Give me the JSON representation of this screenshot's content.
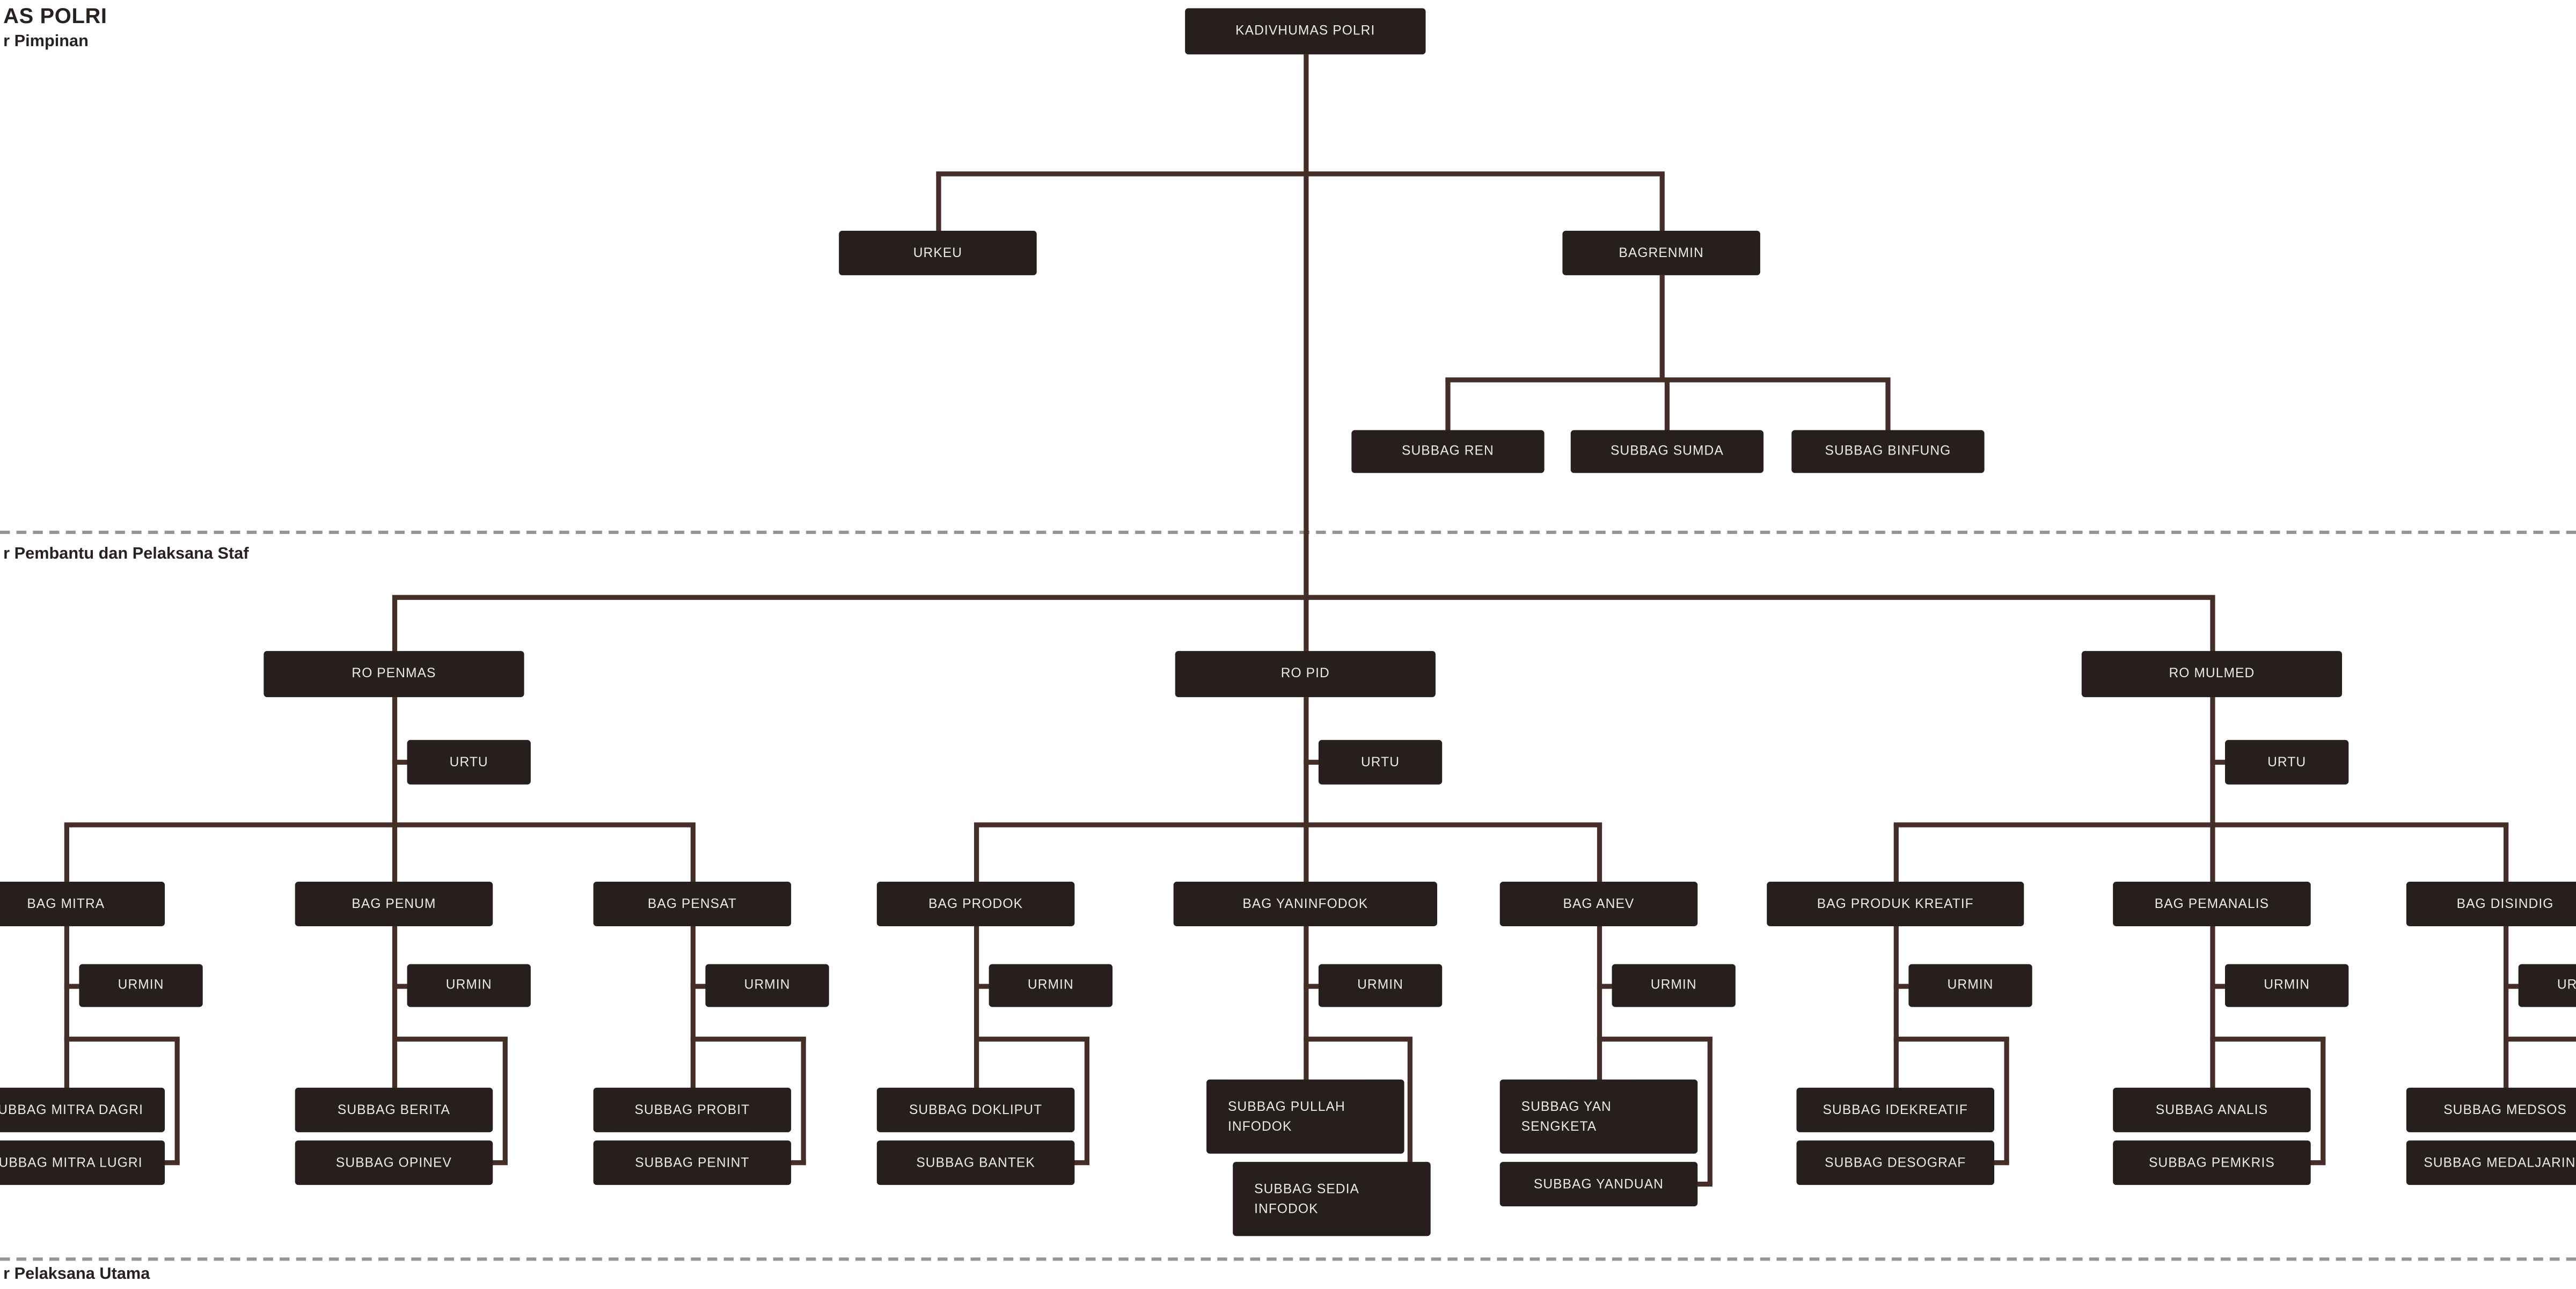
{
  "page": {
    "title": "AS POLRI",
    "background_color": "#ffffff",
    "node_color": "#261f1d",
    "node_text_color": "#edeae8",
    "line_color": "#452d28"
  },
  "sections": {
    "pimpinan": {
      "label": "r Pimpinan"
    },
    "pembantu": {
      "label": "r Pembantu dan Pelaksana Staf"
    },
    "pelaksana_utama": {
      "label": "r Pelaksana Utama"
    }
  },
  "nodes": {
    "kadivhumas": "KADIVHUMAS POLRI",
    "urkeu": "URKEU",
    "bagrenmin": "BAGRENMIN",
    "subbag_ren": "SUBBAG REN",
    "subbag_sumda": "SUBBAG SUMDA",
    "subbag_binfung": "SUBBAG BINFUNG",
    "ro_penmas": "RO PENMAS",
    "ro_pid": "RO PID",
    "ro_mulmed": "RO MULMED",
    "urtu_penmas": "URTU",
    "urtu_pid": "URTU",
    "urtu_mulmed": "URTU",
    "bag_mitra": "BAG MITRA",
    "bag_penum": "BAG PENUM",
    "bag_pensat": "BAG PENSAT",
    "bag_prodok": "BAG PRODOK",
    "bag_yaninfodok": "BAG YANINFODOK",
    "bag_anev": "BAG ANEV",
    "bag_produk_kreatif": "BAG PRODUK KREATIF",
    "bag_pemanalis": "BAG PEMANALIS",
    "bag_disindig": "BAG DISINDIG",
    "urmin_mitra": "URMIN",
    "urmin_penum": "URMIN",
    "urmin_pensat": "URMIN",
    "urmin_prodok": "URMIN",
    "urmin_yaninfodok": "URMIN",
    "urmin_anev": "URMIN",
    "urmin_produk_kreatif": "URMIN",
    "urmin_pemanalis": "URMIN",
    "urmin_disindig": "URMIN",
    "subbag_mitra_dagri": "SUBBAG MITRA DAGRI",
    "subbag_mitra_lugri": "SUBBAG MITRA LUGRI",
    "subbag_berita": "SUBBAG BERITA",
    "subbag_opinev": "SUBBAG OPINEV",
    "subbag_probit": "SUBBAG PROBIT",
    "subbag_penint": "SUBBAG PENINT",
    "subbag_dokliput": "SUBBAG DOKLIPUT",
    "subbag_bantek": "SUBBAG BANTEK",
    "subbag_pullah_infodok": "SUBBAG PULLAH INFODOK",
    "subbag_sedia_infodok": "SUBBAG SEDIA INFODOK",
    "subbag_yan_sengketa": "SUBBAG YAN SENGKETA",
    "subbag_yanduan": "SUBBAG YANDUAN",
    "subbag_idekreatif": "SUBBAG IDEKREATIF",
    "subbag_desograf": "SUBBAG DESOGRAF",
    "subbag_analis": "SUBBAG ANALIS",
    "subbag_pemkris": "SUBBAG PEMKRIS",
    "subbag_medsos": "SUBBAG MEDSOS",
    "subbag_medaljaring": "SUBBAG MEDALJARING"
  },
  "hierarchy": {
    "label": "KADIVHUMAS POLRI",
    "children": [
      {
        "label": "URKEU"
      },
      {
        "label": "BAGRENMIN",
        "children": [
          {
            "label": "SUBBAG REN"
          },
          {
            "label": "SUBBAG SUMDA"
          },
          {
            "label": "SUBBAG BINFUNG"
          }
        ]
      },
      {
        "label": "RO PENMAS",
        "children": [
          {
            "label": "URTU"
          },
          {
            "label": "BAG MITRA",
            "children": [
              {
                "label": "URMIN"
              },
              {
                "label": "SUBBAG MITRA DAGRI"
              },
              {
                "label": "SUBBAG MITRA LUGRI"
              }
            ]
          },
          {
            "label": "BAG PENUM",
            "children": [
              {
                "label": "URMIN"
              },
              {
                "label": "SUBBAG BERITA"
              },
              {
                "label": "SUBBAG OPINEV"
              }
            ]
          },
          {
            "label": "BAG PENSAT",
            "children": [
              {
                "label": "URMIN"
              },
              {
                "label": "SUBBAG PROBIT"
              },
              {
                "label": "SUBBAG PENINT"
              }
            ]
          }
        ]
      },
      {
        "label": "RO PID",
        "children": [
          {
            "label": "URTU"
          },
          {
            "label": "BAG PRODOK",
            "children": [
              {
                "label": "URMIN"
              },
              {
                "label": "SUBBAG DOKLIPUT"
              },
              {
                "label": "SUBBAG BANTEK"
              }
            ]
          },
          {
            "label": "BAG YANINFODOK",
            "children": [
              {
                "label": "URMIN"
              },
              {
                "label": "SUBBAG PULLAH INFODOK"
              },
              {
                "label": "SUBBAG SEDIA INFODOK"
              }
            ]
          },
          {
            "label": "BAG ANEV",
            "children": [
              {
                "label": "URMIN"
              },
              {
                "label": "SUBBAG YAN SENGKETA"
              },
              {
                "label": "SUBBAG YANDUAN"
              }
            ]
          }
        ]
      },
      {
        "label": "RO MULMED",
        "children": [
          {
            "label": "URTU"
          },
          {
            "label": "BAG PRODUK KREATIF",
            "children": [
              {
                "label": "URMIN"
              },
              {
                "label": "SUBBAG IDEKREATIF"
              },
              {
                "label": "SUBBAG DESOGRAF"
              }
            ]
          },
          {
            "label": "BAG PEMANALIS",
            "children": [
              {
                "label": "URMIN"
              },
              {
                "label": "SUBBAG ANALIS"
              },
              {
                "label": "SUBBAG PEMKRIS"
              }
            ]
          },
          {
            "label": "BAG DISINDIG",
            "children": [
              {
                "label": "URMIN"
              },
              {
                "label": "SUBBAG MEDSOS"
              },
              {
                "label": "SUBBAG MEDALJARING"
              }
            ]
          }
        ]
      }
    ]
  }
}
